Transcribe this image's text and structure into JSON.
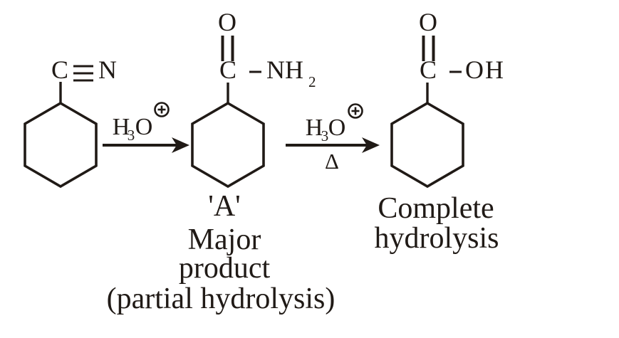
{
  "canvas": {
    "background": "#ffffff",
    "ink": "#201a16"
  },
  "scheme": {
    "reactant": {
      "nitrile_c": "C",
      "nitrile_bond": "triple-bond",
      "nitrile_n": "N"
    },
    "step1": {
      "reagent_h": "H",
      "reagent_sub": "3",
      "reagent_o": "O",
      "charge_icon": "circled-plus"
    },
    "intermediate": {
      "carbonyl_o": "O",
      "carbonyl_bond": "double-bond",
      "carbon": "C",
      "amide_nh": "NH",
      "amide_sub": "2",
      "tag": "'A'",
      "caption": [
        "Major",
        "product",
        "(partial hydrolysis)"
      ]
    },
    "step2": {
      "reagent_h": "H",
      "reagent_sub": "3",
      "reagent_o": "O",
      "charge_icon": "circled-plus",
      "heat": "Δ"
    },
    "product": {
      "carbonyl_o": "O",
      "carbonyl_bond": "double-bond",
      "carbon": "C",
      "hydroxyl_oh": "OH",
      "caption": [
        "Complete",
        "hydrolysis"
      ]
    }
  }
}
